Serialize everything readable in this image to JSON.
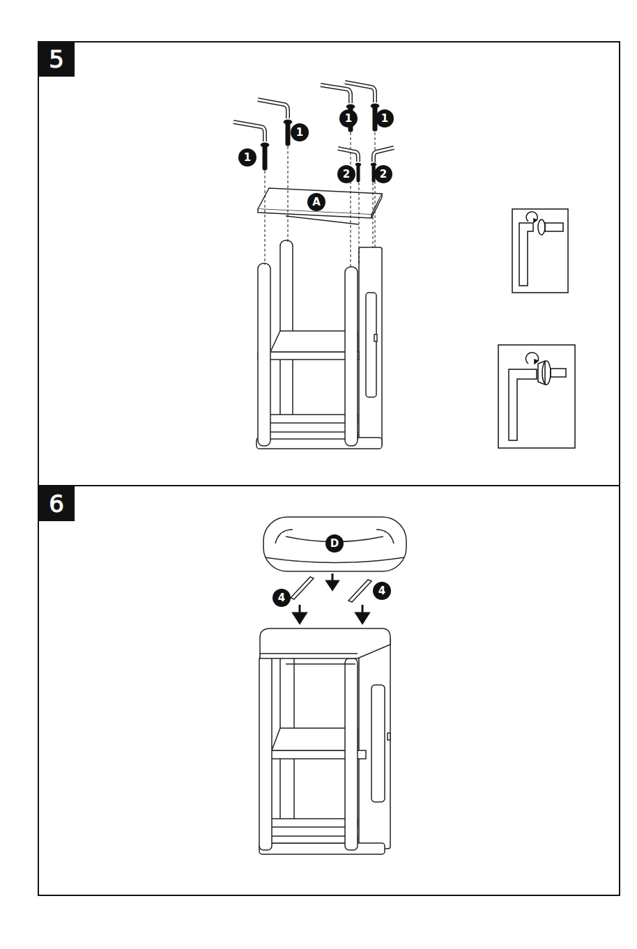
{
  "diagram": {
    "labels": [
      "5",
      "1",
      "1",
      "1",
      "1",
      "2",
      "2",
      "A",
      "6",
      "D",
      "4",
      "4"
    ]
  }
}
